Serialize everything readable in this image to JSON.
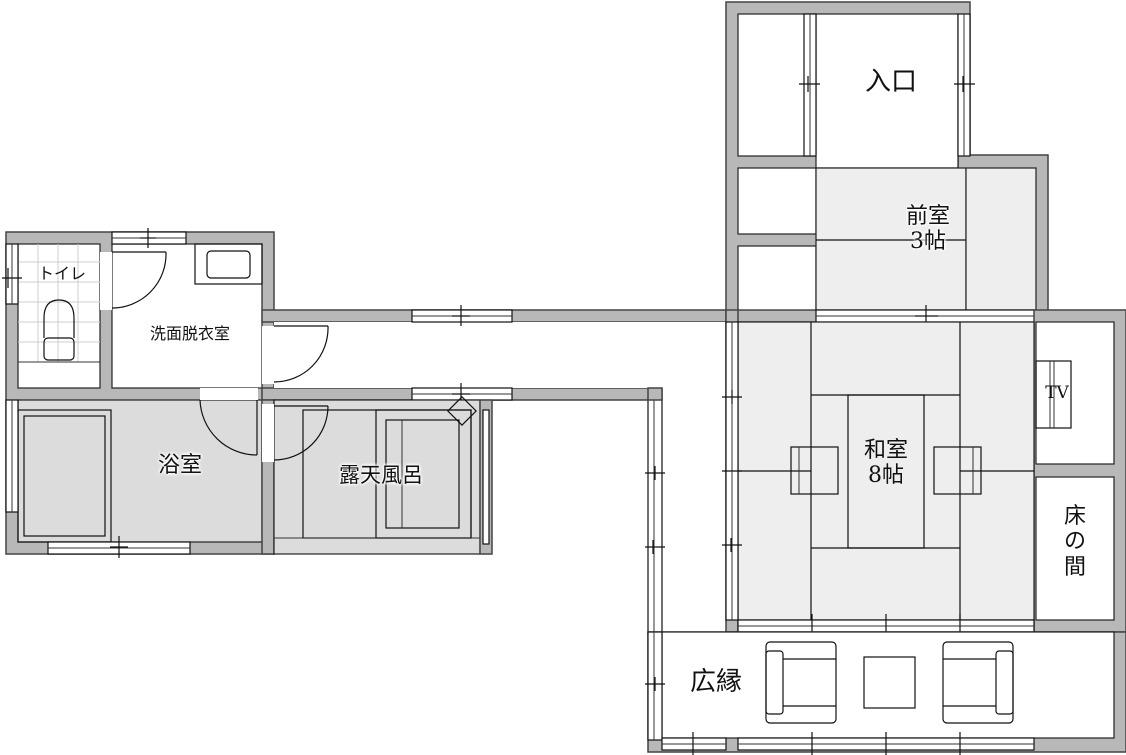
{
  "floorplan": {
    "rooms": {
      "toilet": {
        "label": "トイレ"
      },
      "washroom": {
        "label": "洗面脱衣室"
      },
      "bathroom": {
        "label": "浴室"
      },
      "open_air_bath": {
        "label": "露天風呂"
      },
      "entrance": {
        "label": "入口"
      },
      "anteroom": {
        "label": "前室\n3帖",
        "name": "前室",
        "size": "3帖"
      },
      "japanese_room": {
        "label": "和室\n8帖",
        "name": "和室",
        "size": "8帖"
      },
      "tokonoma": {
        "label": "床\nの\n間"
      },
      "tv": {
        "label": "TV"
      },
      "veranda": {
        "label": "広縁"
      }
    },
    "colors": {
      "wall": "#b8b8b8",
      "tatami": "#eeeeee",
      "wet_floor": "#dcdcdc",
      "line": "#111111"
    }
  }
}
